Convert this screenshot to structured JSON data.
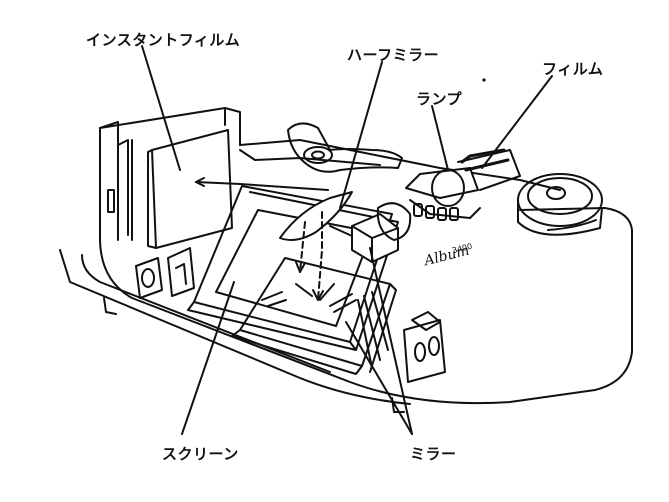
{
  "labels": {
    "instant_film": "インスタントフィルム",
    "half_mirror": "ハーフミラー",
    "lamp": "ランプ",
    "film": "フィルム",
    "screen": "スクリーン",
    "mirror": "ミラー"
  },
  "device": {
    "brand": "Album",
    "model": "3400"
  }
}
